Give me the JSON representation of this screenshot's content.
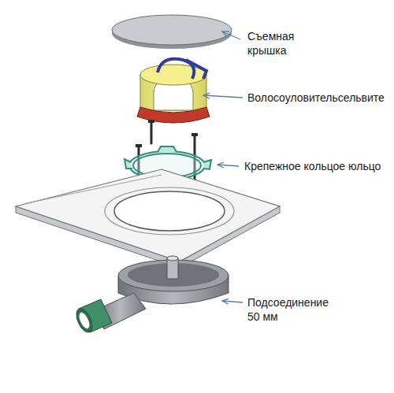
{
  "diagram": {
    "labels": [
      "Съемная крышка",
      "Волосоуловительсельвите",
      "Крепежное кольцое юльцо",
      "Подсоединение 50 мм"
    ]
  }
}
